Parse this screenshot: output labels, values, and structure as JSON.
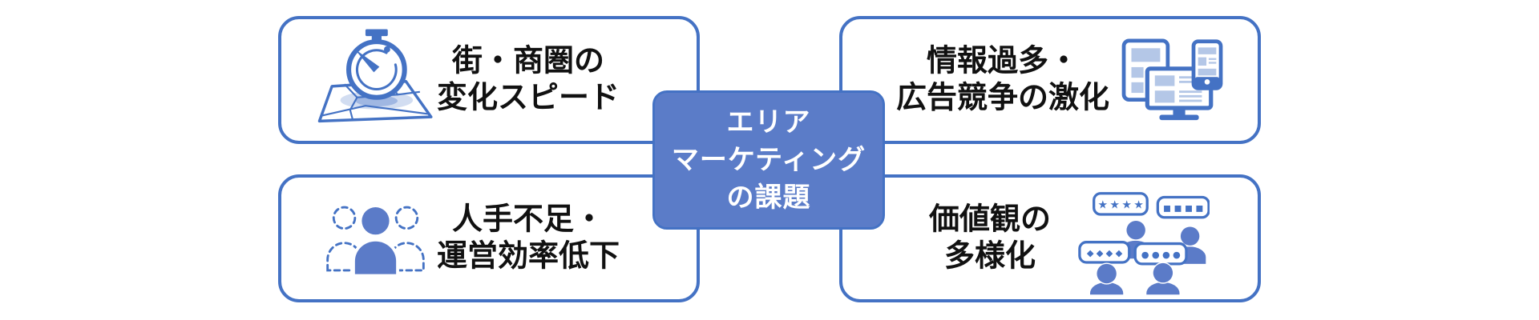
{
  "colors": {
    "accent_blue": "#4472C4",
    "center_box_fill": "#5B7CC8",
    "light_blue_fill": "#B4C7E7",
    "person_blue": "#5B7BC8",
    "text_black": "#111111",
    "background": "#FFFFFF"
  },
  "center_box": {
    "line1": "エリア",
    "line2": "マーケティング",
    "line3": "の課題"
  },
  "boxes": [
    {
      "name": "change-speed",
      "icon": "stopwatch-map-icon",
      "line1": "街・商圏の",
      "line2": "変化スピード"
    },
    {
      "name": "info-overload",
      "icon": "devices-icon",
      "line1": "情報過多・",
      "line2": "広告競争の激化"
    },
    {
      "name": "labor-shortage",
      "icon": "people-shortage-icon",
      "line1": "人手不足・",
      "line2": "運営効率低下"
    },
    {
      "name": "value-diversification",
      "icon": "people-bubbles-icon",
      "line1": "価値観の",
      "line2": "多様化"
    }
  ],
  "bubble_symbols": {
    "stars": "★★★★",
    "squares": "■■■■",
    "diamonds": "◆◆◆◆",
    "dots": "●●●●"
  }
}
